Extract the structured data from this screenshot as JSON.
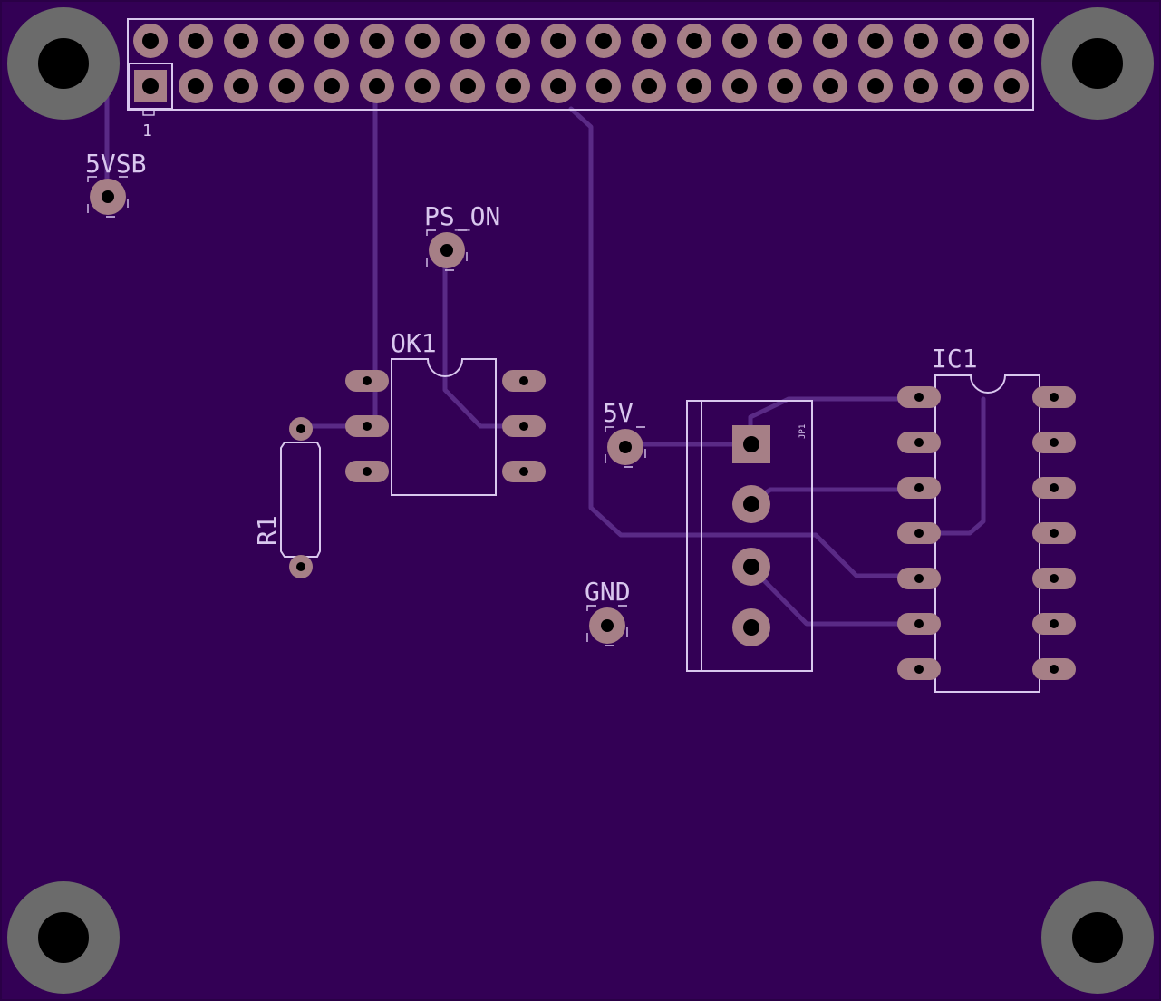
{
  "colors": {
    "board": "#330055",
    "edge": "#2a0046",
    "silkscreen": "#d9c7ee",
    "trace": "#5a2a86",
    "pad": "#a67f86",
    "mount": "#6b6b6b",
    "drill": "#000000"
  },
  "header": {
    "pin1_label": "1"
  },
  "testpoints": {
    "vsb": "5VSB",
    "ps_on": "PS_ON",
    "v5": "5V",
    "gnd": "GND"
  },
  "components": {
    "ok1": "OK1",
    "ic1": "IC1",
    "r1": "R1",
    "jp1": "JP1"
  }
}
